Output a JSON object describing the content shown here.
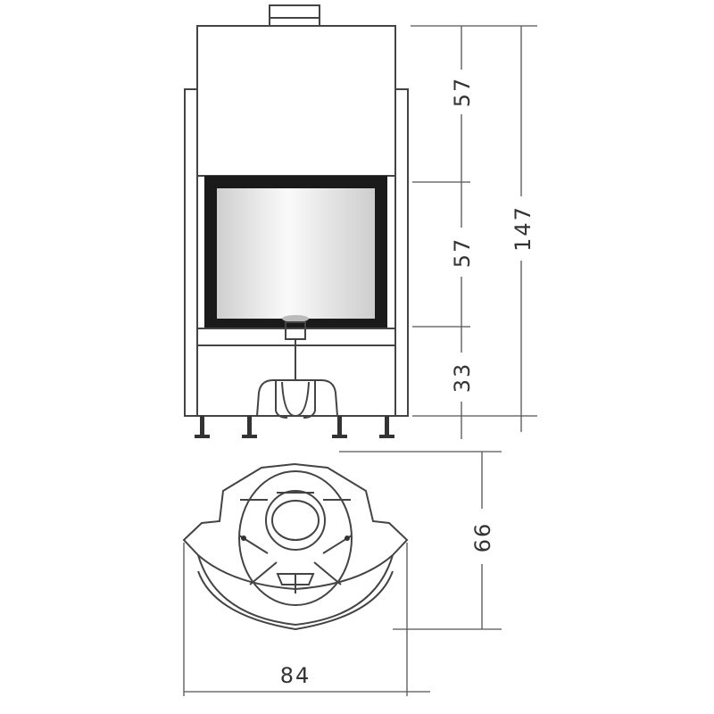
{
  "dimensions": {
    "upper_height": "57",
    "door_height": "57",
    "base_height": "33",
    "total_height": "147",
    "depth": "66",
    "width": "84"
  },
  "colors": {
    "line": "#444444",
    "frame": "#1a1a1a",
    "glass": "#e6e6e6"
  }
}
